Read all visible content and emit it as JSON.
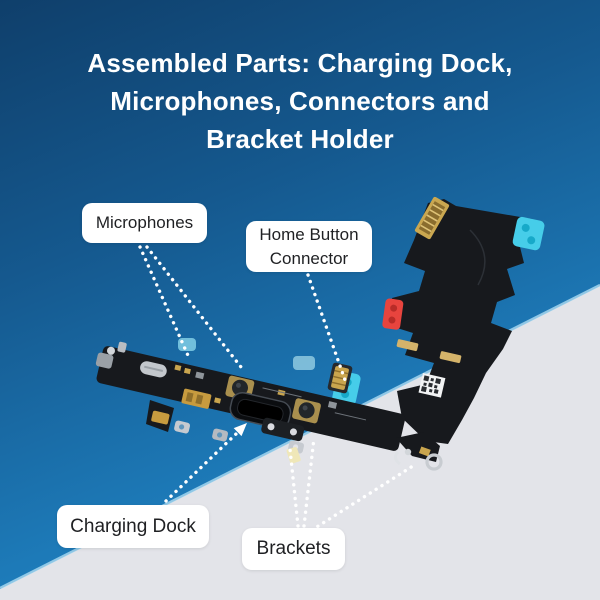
{
  "title": {
    "line1": "Assembled Parts: Charging Dock,",
    "line2": "Microphones, Connectors and",
    "line3": "Bracket Holder"
  },
  "callouts": {
    "microphones": {
      "label": "Microphones"
    },
    "home_button_connector": {
      "line1": "Home Button",
      "line2": "Connector"
    },
    "charging_dock": {
      "label": "Charging Dock"
    },
    "brackets": {
      "label": "Brackets"
    }
  },
  "colors": {
    "background_top": "#0f3f6b",
    "background_bright": "#2492d3",
    "surface_gray": "#e3e4e9",
    "edge_highlight": "#a5d6ef",
    "label_background": "#ffffff",
    "label_text": "#1f2023",
    "title_color": "#ffffff",
    "leader_dots": "#ffffff",
    "part_black": "#17191d",
    "connector_gold": "#c9a54e",
    "tab_cyan": "#46cde9",
    "tab_red": "#e8443e",
    "tab_blue": "#2e8fe0"
  }
}
